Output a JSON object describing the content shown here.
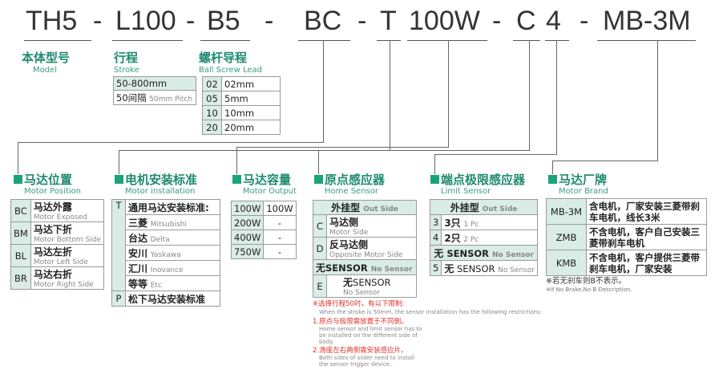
{
  "model": {
    "segments": [
      "TH5",
      "-",
      "L100",
      "-",
      "B5",
      "-",
      "BC",
      "-",
      "T",
      "100W",
      "-",
      "C",
      "4",
      "-",
      "MB-3M"
    ]
  },
  "body_type": {
    "cn": "本体型号",
    "en": "Model"
  },
  "stroke": {
    "cn": "行程",
    "en": "Stroke",
    "rows": [
      {
        "a": "50-800mm",
        "b": ""
      },
      {
        "a": "50间隔",
        "b": "50mm Pitch"
      }
    ]
  },
  "lead": {
    "cn": "螺杆导程",
    "en": "Ball Screw Lead",
    "rows": [
      {
        "code": "02",
        "val": "02mm"
      },
      {
        "code": "05",
        "val": "5mm"
      },
      {
        "code": "10",
        "val": "10mm"
      },
      {
        "code": "20",
        "val": "20mm"
      }
    ]
  },
  "motor_position": {
    "cn": "马达位置",
    "en": "Motor Position",
    "rows": [
      {
        "code": "BC",
        "cn": "马达外露",
        "en": "Motor Exposed"
      },
      {
        "code": "BM",
        "cn": "马达下折",
        "en": "Motor Bottom Side"
      },
      {
        "code": "BL",
        "cn": "马达左折",
        "en": "Motor Left Side"
      },
      {
        "code": "BR",
        "cn": "马达右折",
        "en": "Motor Right Side"
      }
    ]
  },
  "motor_installation": {
    "cn": "电机安装标准",
    "en": "Motor installation",
    "t_code": "T",
    "t_label": "通用马达安装标准:",
    "brands": [
      {
        "cn": "三菱",
        "en": "Mitsubishi"
      },
      {
        "cn": "台达",
        "en": "Delta"
      },
      {
        "cn": "安川",
        "en": "Yaskawa"
      },
      {
        "cn": "汇川",
        "en": "Inovance"
      },
      {
        "cn": "等等",
        "en": "Etc"
      }
    ],
    "p_code": "P",
    "p_label": "松下马达安装标准"
  },
  "motor_output": {
    "cn": "马达容量",
    "en": "Motor Output",
    "rows": [
      {
        "a": "100W",
        "b": "100W"
      },
      {
        "a": "200W",
        "b": "-"
      },
      {
        "a": "400W",
        "b": "-"
      },
      {
        "a": "750W",
        "b": "-"
      }
    ]
  },
  "home_sensor": {
    "cn": "原点感应器",
    "en": "Home Sensor",
    "header_cn": "外挂型",
    "header_en": "Out Side",
    "rows": [
      {
        "code": "C",
        "cn": "马达侧",
        "en": "Motor Side"
      },
      {
        "code": "D",
        "cn": "反马达侧",
        "en": "Opposite Motor Side"
      }
    ],
    "none_cn": "无",
    "none_label": "SENSOR",
    "none_en": "No Sensor",
    "e_code": "E",
    "e_cn": "无",
    "e_label": "SENSOR",
    "e_en": "No Sensor",
    "notes": [
      {
        "cn": "※选择行程50时，有以下限制:",
        "en": "When the stroke is 50mm, the sensor installation has the following restrictions:"
      },
      {
        "cn": "1.原点与极限需放置于不同側。",
        "en": "Home sensor and limit sensor has to be installed on the different side of body."
      },
      {
        "cn": "2.滑座左右两侧需安装感应片。",
        "en": "Both sides of slider need to install the sensor trigger device."
      }
    ]
  },
  "limit_sensor": {
    "cn": "端点极限感应器",
    "en": "Limit Sensor",
    "header_cn": "外挂型",
    "header_en": "Out Side",
    "rows": [
      {
        "code": "3",
        "cn": "3只",
        "en": "1 Pc"
      },
      {
        "code": "4",
        "cn": "2只",
        "en": "2 Pc"
      }
    ],
    "none_cn": "无",
    "none_label": "SENSOR",
    "none_en": "No Sensor",
    "five_code": "5",
    "five_cn": "无",
    "five_label": "SENSOR",
    "five_en": "No Sensor"
  },
  "motor_brand": {
    "cn": "马达厂牌",
    "en": "Motor Brand",
    "rows": [
      {
        "code": "MB-3M",
        "desc": "含电机，厂家安装三菱带刹车电机，线长3米"
      },
      {
        "code": "ZMB",
        "desc": "不含电机，客户自己安装三菱带刹车电机"
      },
      {
        "code": "KMB",
        "desc": "不含电机，客户提供三菱带刹车电机，厂家安装"
      }
    ],
    "note_cn": "※若无刹车则B不表示。",
    "note_en": "※If No Brake,No B Description."
  },
  "colors": {
    "accent": "#1aa37a",
    "header_bg": "#d9ece6",
    "note_red": "#e0302a"
  }
}
